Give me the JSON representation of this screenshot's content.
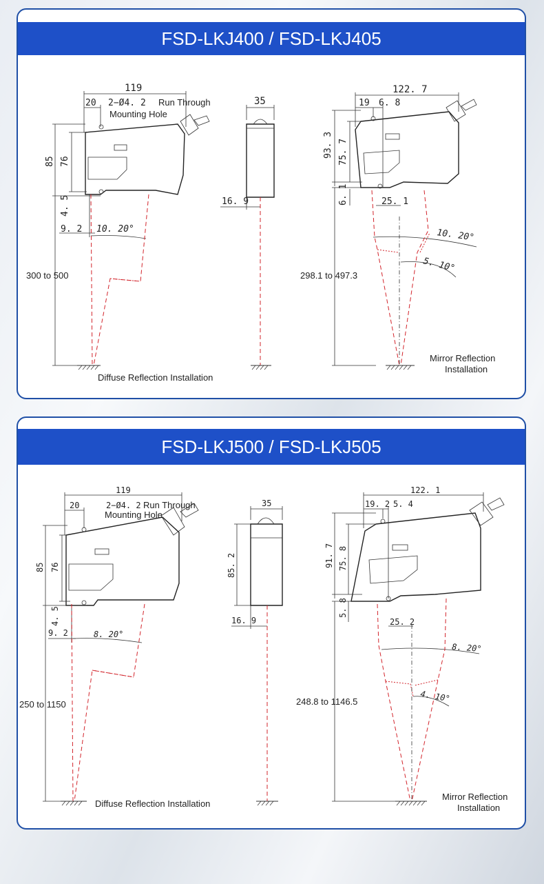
{
  "panels": [
    {
      "title": "FSD-LKJ400 / FSD-LKJ405",
      "front": {
        "width": "119",
        "dim_20": "20",
        "hole": "2−Ø4. 2",
        "run_through": "Run Through",
        "mounting_hole": "Mounting Hole",
        "h85": "85",
        "h76": "76",
        "h45": "4. 5",
        "d92": "9. 2",
        "angle": "10. 20°",
        "range": "300 to 500",
        "caption": "Diffuse Reflection Installation"
      },
      "side": {
        "width": "35",
        "d169": "16. 9"
      },
      "mirror": {
        "width": "122. 7",
        "d19": "19",
        "d68": "6. 8",
        "h933": "93. 3",
        "h757": "75. 7",
        "h61": "6. 1",
        "d251": "25. 1",
        "angle1": "10. 20°",
        "angle2": "5. 10°",
        "range": "298.1 to 497.3",
        "caption_1": "Mirror Reflection",
        "caption_2": "Installation"
      }
    },
    {
      "title": "FSD-LKJ500 / FSD-LKJ505",
      "front": {
        "width": "119",
        "dim_20": "20",
        "hole": "2−Ø4. 2",
        "run_through": "Run Through",
        "mounting_hole": "Mounting Hole",
        "h85": "85",
        "h76": "76",
        "h45": "4. 5",
        "d92": "9. 2",
        "angle": "8. 20°",
        "range": "250 to 1150",
        "caption": "Diffuse Reflection Installation"
      },
      "side": {
        "width": "35",
        "h852": "85. 2",
        "d169": "16. 9"
      },
      "mirror": {
        "width": "122. 1",
        "d192": "19. 2",
        "d54": "5. 4",
        "h917": "91. 7",
        "h758": "75. 8",
        "h58": "5. 8",
        "d252": "25. 2",
        "angle1": "8. 20°",
        "angle2": "4. 10°",
        "range": "248.8 to 1146.5",
        "caption_1": "Mirror Reflection",
        "caption_2": "Installation"
      }
    }
  ],
  "colors": {
    "banner": "#1e50c8",
    "panel_border": "#1f4fa6",
    "beam": "#d2232a"
  }
}
